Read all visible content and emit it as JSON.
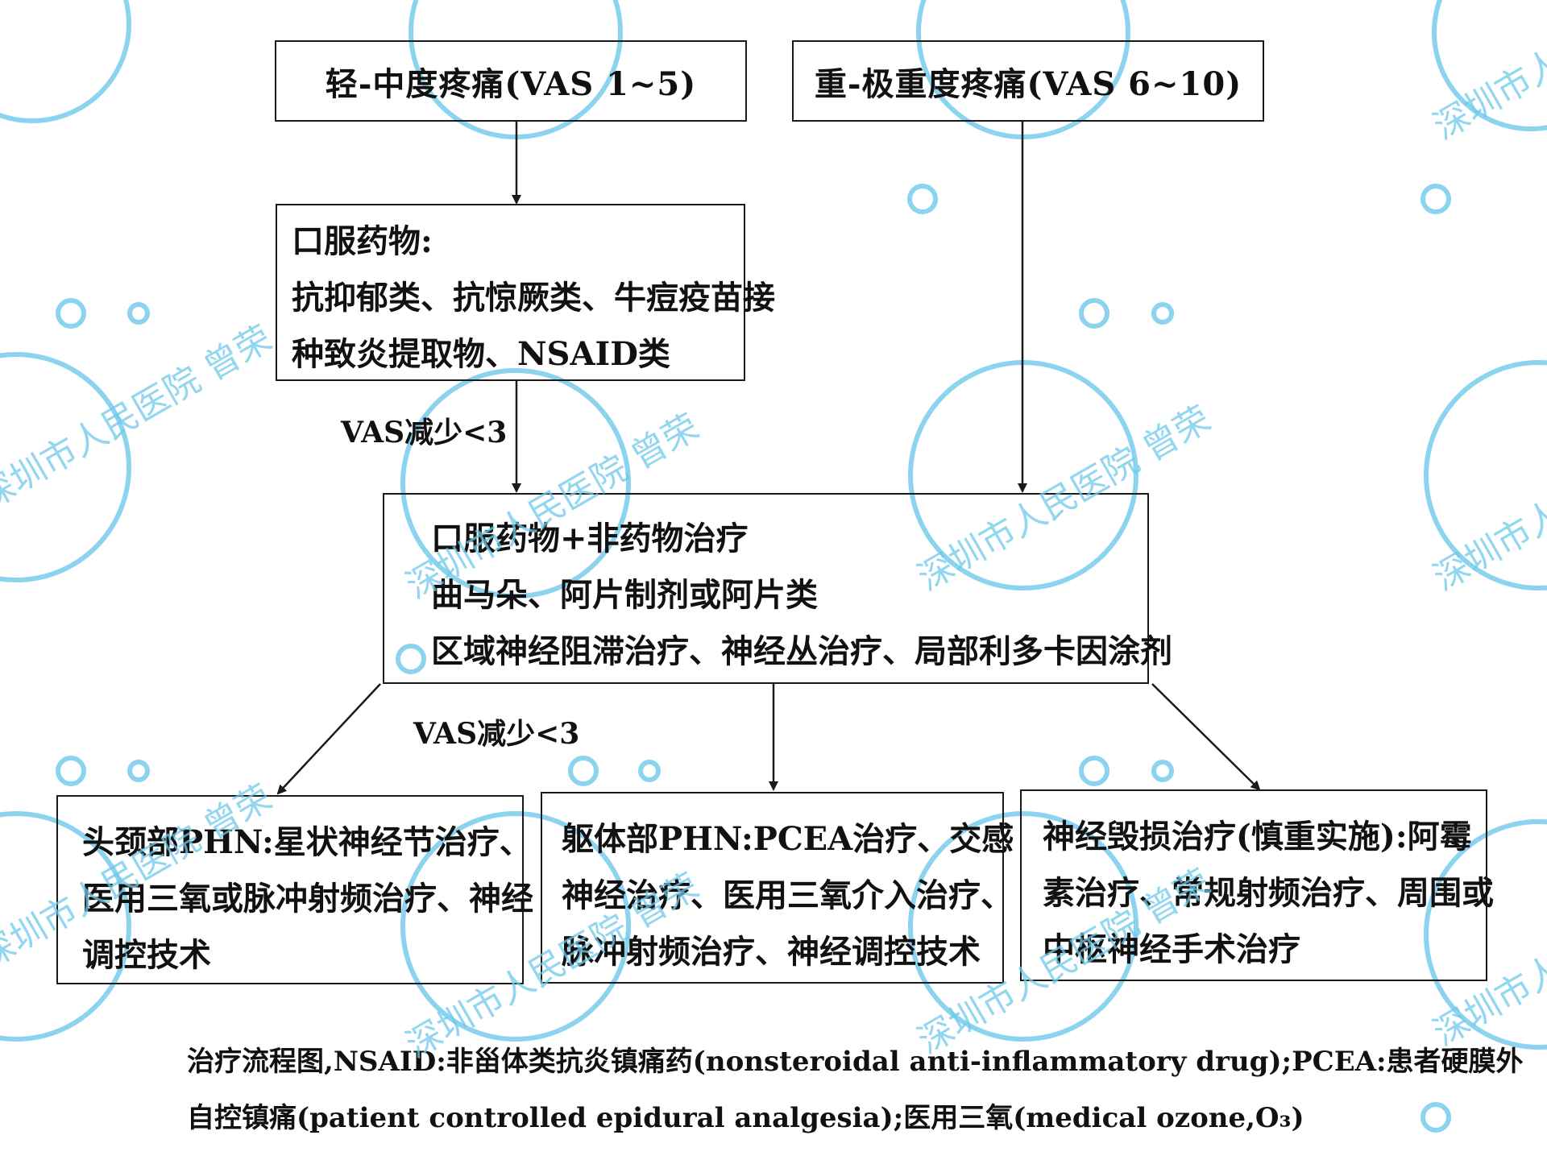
{
  "boxes": {
    "mild": "轻-中度疼痛(VAS 1~5)",
    "severe": "重-极重度疼痛(VAS 6~10)",
    "oral": [
      "口服药物:",
      "抗抑郁类、抗惊厥类、牛痘疫苗接",
      "种致炎提取物、NSAID类"
    ],
    "combined": [
      "口服药物+非药物治疗",
      "曲马朵、阿片制剂或阿片类",
      "区域神经阻滞治疗、神经丛治疗、局部利多卡因涂剂"
    ],
    "head": [
      "头颈部PHN:星状神经节治疗、",
      "医用三氧或脉冲射频治疗、神经",
      "调控技术"
    ],
    "trunk": [
      "躯体部PHN:PCEA治疗、交感",
      "神经治疗、医用三氧介入治疗、",
      "脉冲射频治疗、神经调控技术"
    ],
    "destructive": [
      "神经毁损治疗(慎重实施):阿霉",
      "素治疗、常规射频治疗、周围或",
      "中枢神经手术治疗"
    ]
  },
  "edge_labels": {
    "first": "VAS减少<3",
    "second": "VAS减少<3"
  },
  "caption": {
    "line1": "治疗流程图,NSAID:非甾体类抗炎镇痛药(nonsteroidal anti-inflammatory drug);PCEA:患者硬膜外",
    "line2": "自控镇痛(patient controlled epidural analgesia);医用三氧(medical ozone,O₃)"
  },
  "watermark": "深圳市人民医院 曾荣"
}
